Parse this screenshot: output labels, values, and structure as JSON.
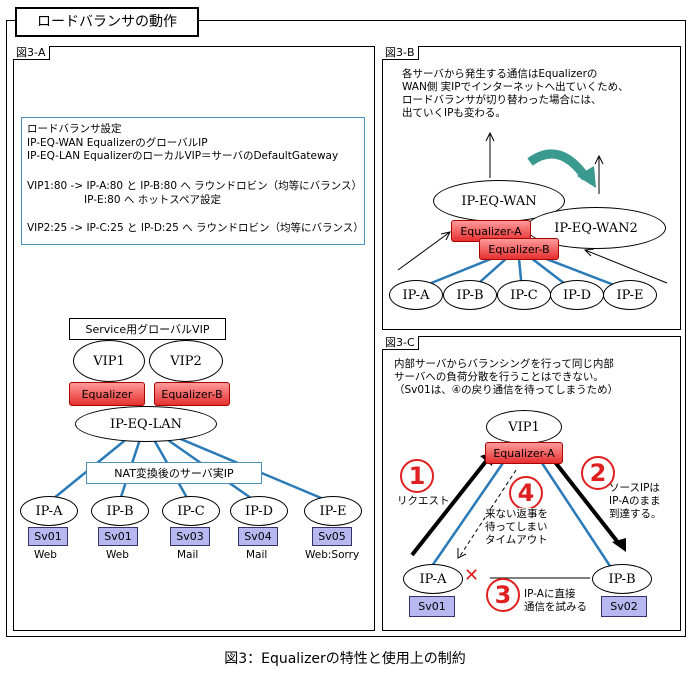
{
  "title": "ロードバランサの動作",
  "caption": "図3：Equalizerの特性と使用上の制約",
  "panelA": {
    "label": "図3-A",
    "settings": {
      "line1": "ロードバランサ設定",
      "line2": "IP-EQ-WAN EqualizerのグローバルIP",
      "line3": "IP-EQ-LAN EqualizerのローカルVIP＝サーバのDefaultGateway",
      "line4": "VIP1:80 -> IP-A:80 と IP-B:80 へ ラウンドロビン（均等にバランス）",
      "line5": "IP-E:80 へ ホットスペア設定",
      "line6": "VIP2:25 -> IP-C:25 と IP-D:25 へ ラウンドロビン（均等にバランス）"
    },
    "service_vip": "Service用グローバルVIP",
    "vip1": "VIP1",
    "vip2": "VIP2",
    "eq1": "Equalizer",
    "eq2": "Equalizer-B",
    "lan": "IP-EQ-LAN",
    "nat": "NAT変換後のサーバ実IP",
    "servers": [
      {
        "ip": "IP-A",
        "sv": "Sv01",
        "role": "Web"
      },
      {
        "ip": "IP-B",
        "sv": "Sv01",
        "role": "Web"
      },
      {
        "ip": "IP-C",
        "sv": "Sv03",
        "role": "Mail"
      },
      {
        "ip": "IP-D",
        "sv": "Sv04",
        "role": "Mail"
      },
      {
        "ip": "IP-E",
        "sv": "Sv05",
        "role": "Web:Sorry"
      }
    ]
  },
  "panelB": {
    "label": "図3-B",
    "note": "各サーバから発生する通信はEqualizerの\nWAN側 実IPでインターネットへ出ていくため、\nロードバランサが切り替わった場合には、\n出ていくIPも変わる。",
    "wan": "IP-EQ-WAN",
    "wan2": "IP-EQ-WAN2",
    "eqA": "Equalizer-A",
    "eqB": "Equalizer-B",
    "ips": [
      "IP-A",
      "IP-B",
      "IP-C",
      "IP-D",
      "IP-E"
    ]
  },
  "panelC": {
    "label": "図3-C",
    "note": "内部サーバからバランシングを行って同じ内部\nサーバへの負荷分散を行うことはできない。\n（Sv01は、④の戻り通信を待ってしまうため）",
    "vip1": "VIP1",
    "eqA": "Equalizer-A",
    "num1": "1",
    "num2": "2",
    "num3": "3",
    "num4": "4",
    "request": "リクエスト",
    "source": "ソースIPは\nIP-Aのまま\n到達する。",
    "wait": "来ない返事を\n待ってしまい\nタイムアウト",
    "direct": "IP-Aに直接\n通信を試みる",
    "ipA": "IP-A",
    "ipB": "IP-B",
    "svA": "Sv01",
    "svB": "Sv02",
    "cross": "✕"
  }
}
